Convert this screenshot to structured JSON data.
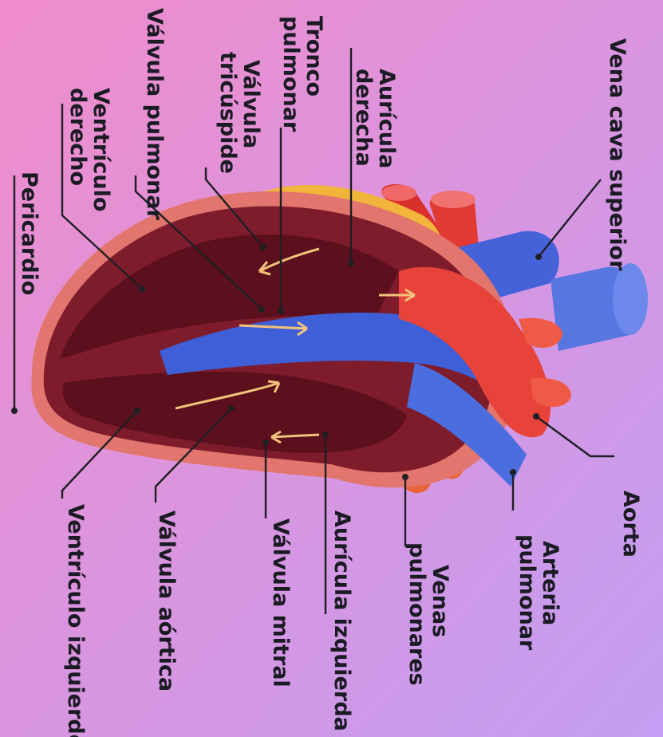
{
  "diagram": {
    "labels": {
      "vena_cava_superior": "Vena cava superior",
      "aorta": "Aorta",
      "arteria_pulmonar": [
        "Arteria",
        "pulmonar"
      ],
      "venas_pulmonares": [
        "Venas",
        "pulmonares"
      ],
      "auricula_izquierda": "Aurícula izquierda",
      "valvula_mitral": "Válvula mitral",
      "valvula_aortica": "Válvula aórtica",
      "ventriculo_izquierdo": "Ventrículo izquierdo",
      "pericardio": "Pericardio",
      "ventriculo_derecho": [
        "Ventrículo",
        "derecho"
      ],
      "valvula_pulmonar": "Válvula pulmonar",
      "valvula_tricuspide": [
        "Válvula",
        "tricúspide"
      ],
      "tronco_pulmonar": [
        "Tronco",
        "pulmonar"
      ],
      "auricula_derecha": [
        "Aurícula",
        "derecha"
      ]
    }
  },
  "colors": {
    "background_top": "#f08ccc",
    "background_bottom": "#c99ef0",
    "pericardium": "#e2756e",
    "myocardium": "#7e1c2c",
    "chamber_dark": "#5c0f1c",
    "vein_blue": "#3f5fd8",
    "artery_red": "#e8433a",
    "fat_yellow": "#f2b43a",
    "flow_arrow": "#f2c27a",
    "text": "#1b1b24"
  }
}
